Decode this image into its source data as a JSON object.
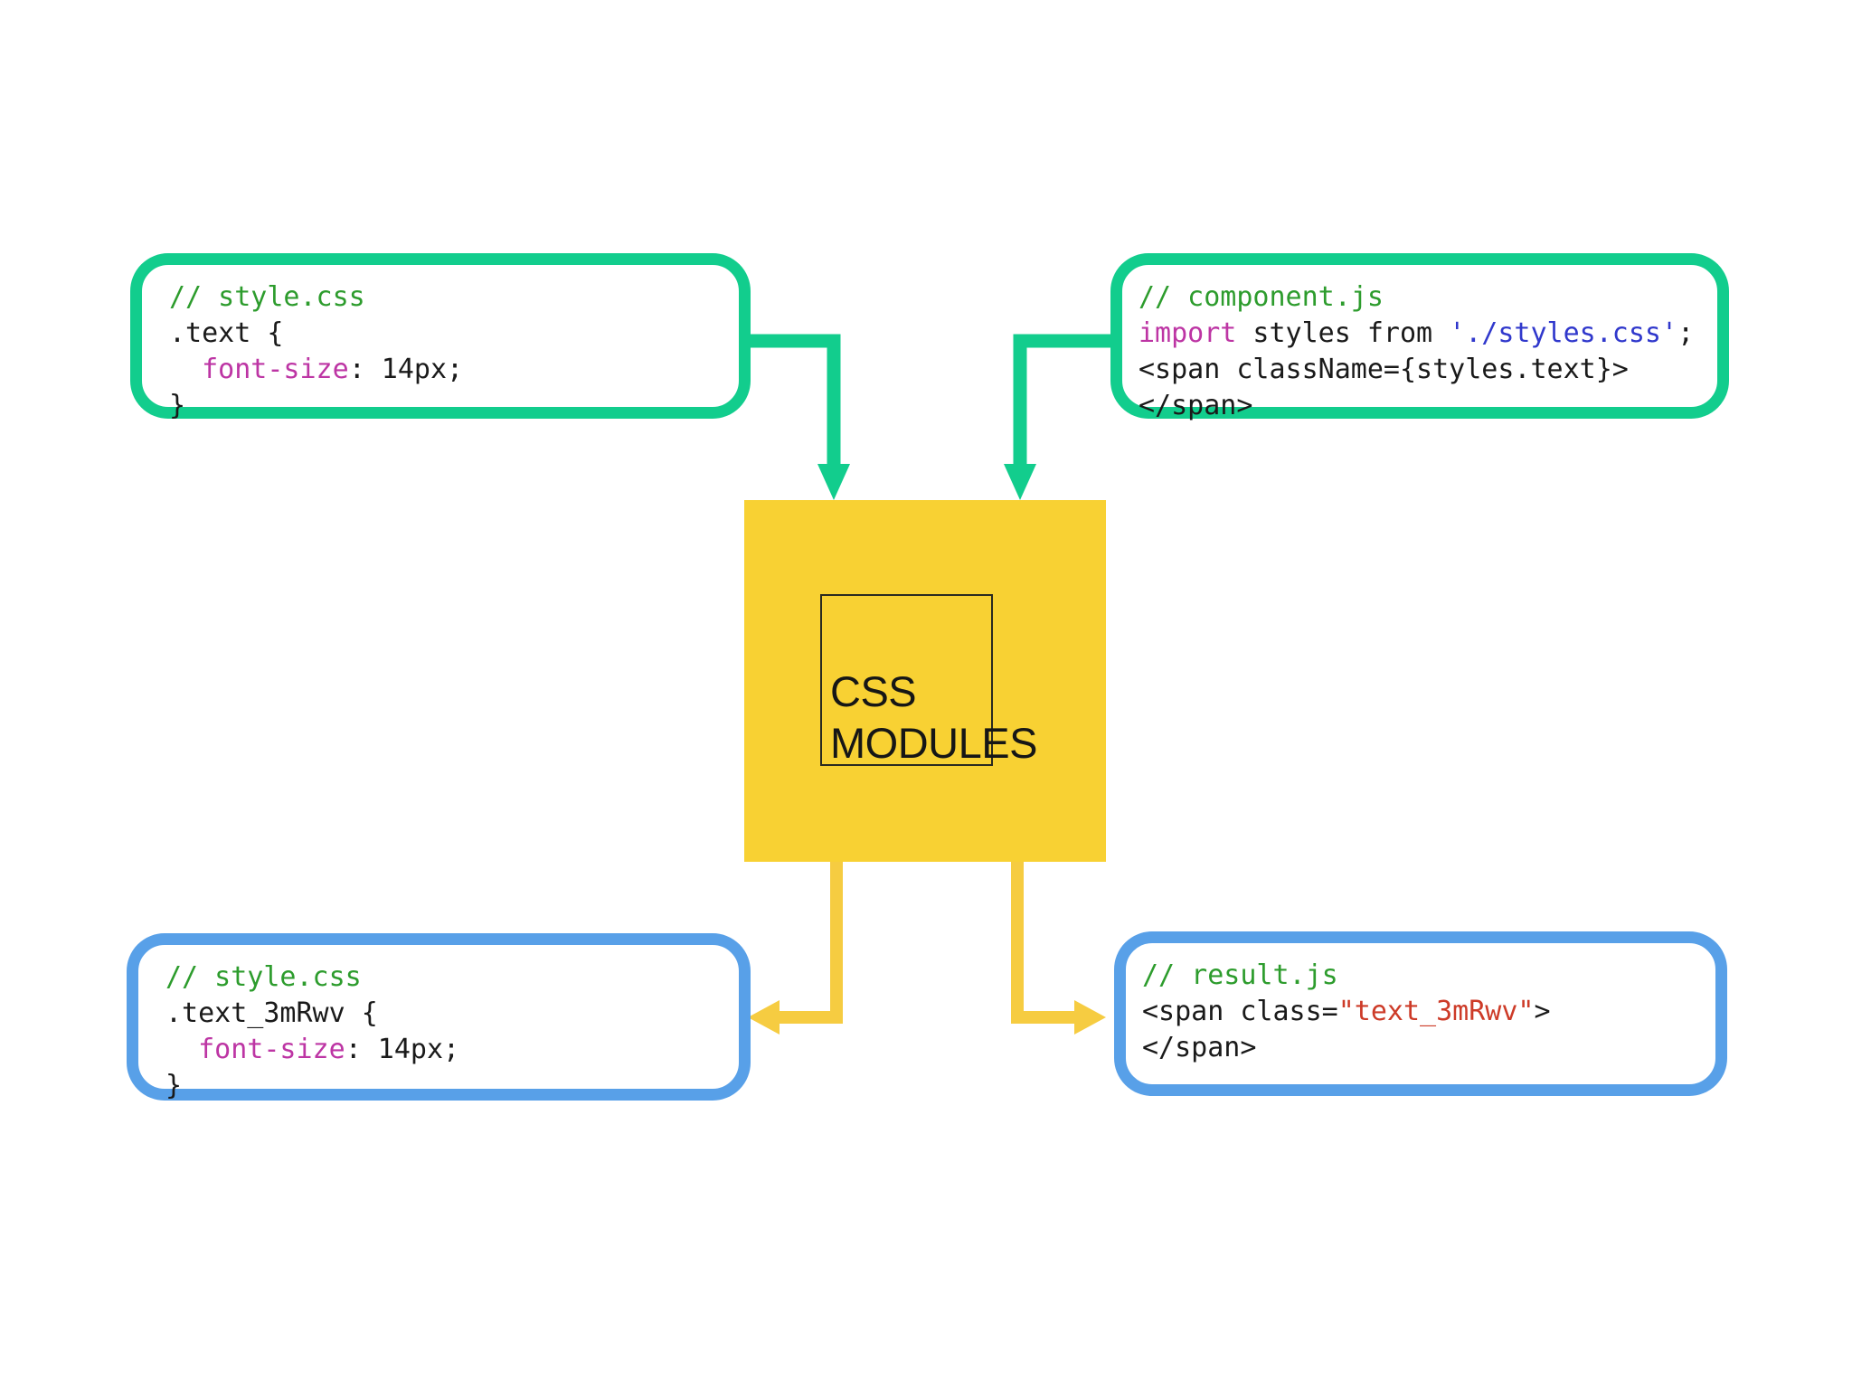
{
  "colors": {
    "source_box_border": "#12cd8d",
    "output_box_border": "#58a0e8",
    "modules_square_fill": "#f8d133",
    "input_arrow": "#12cd8d",
    "output_arrow": "#f6cc41",
    "comment_text": "#2d9c2d",
    "keyword_text": "#bd35a4",
    "string_blue": "#3038cc",
    "string_red": "#cd3b28",
    "code_text": "#1a1a1a"
  },
  "center": {
    "title": "CSS\nMODULES"
  },
  "source_css_box": {
    "comment": "// style.css",
    "selector_line": ".text {",
    "indent": "  ",
    "property": "font-size",
    "value": ": 14px;",
    "closing_brace": "}"
  },
  "component_js_box": {
    "comment": "// component.js",
    "import_keyword": "import",
    "import_middle": " styles from ",
    "import_path": "'./styles.css'",
    "semicolon": ";",
    "span_open": "<span className={styles.text}>",
    "span_close": "</span>"
  },
  "output_css_box": {
    "comment": "// style.css",
    "selector_line": ".text_3mRwv {",
    "indent": "  ",
    "property": "font-size",
    "value": ": 14px;",
    "closing_brace": "}"
  },
  "result_js_box": {
    "comment": "// result.js",
    "span_open_start": "<span class=",
    "class_string": "\"text_3mRwv\"",
    "span_open_end": ">",
    "span_close": "</span>"
  }
}
